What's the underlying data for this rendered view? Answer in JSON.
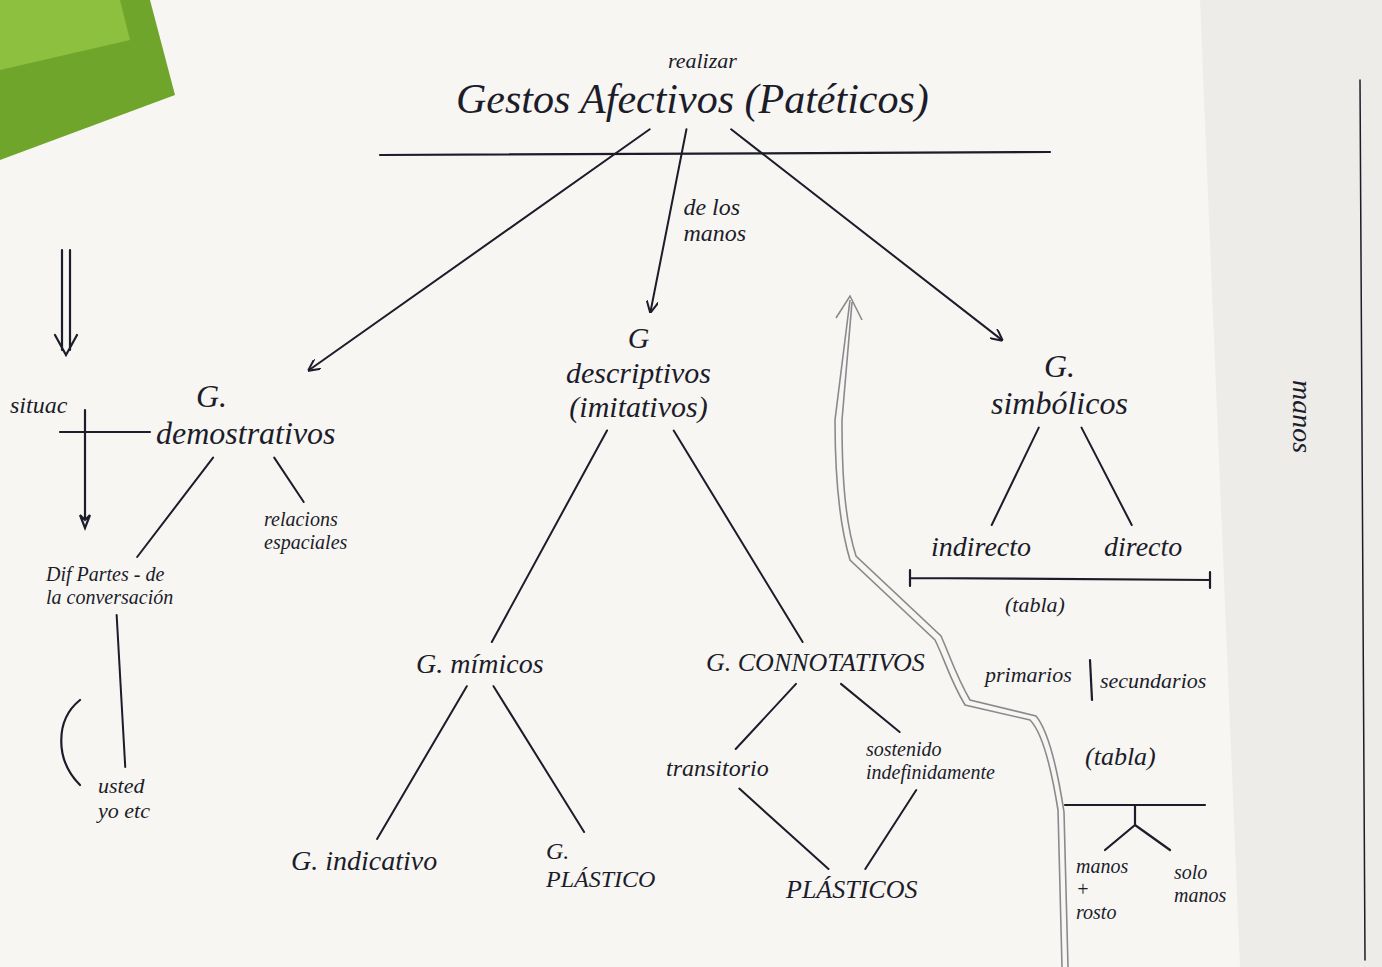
{
  "diagram": {
    "nodes": [
      {
        "text": [
          "Gestos Afectivos (Patéticos)"
        ]
      },
      {
        "text": [
          "G.",
          "demostrativos"
        ]
      },
      {
        "text": [
          "G",
          "descriptivos",
          "(imitativos)"
        ]
      },
      {
        "text": [
          "G.",
          "simbólicos"
        ]
      },
      {
        "text": [
          "Dif Partes - de la conversación"
        ]
      },
      {
        "text": [
          "relacions espaciales"
        ]
      },
      {
        "text": [
          "usted yo etc"
        ]
      },
      {
        "text": [
          "indirecto"
        ]
      },
      {
        "text": [
          "directo"
        ]
      },
      {
        "text": [
          "G. mímicos"
        ]
      },
      {
        "text": [
          "G. CONNOTATIVOS"
        ]
      },
      {
        "text": [
          "transitorio"
        ]
      },
      {
        "text": [
          "sostenido indefinidamente"
        ]
      },
      {
        "text": [
          "G. indicativo"
        ]
      },
      {
        "text": [
          "G. PLÁSTICO"
        ]
      },
      {
        "text": [
          "PLÁSTICOS"
        ]
      },
      {
        "text": [
          "manos + rosto"
        ]
      },
      {
        "text": [
          "solo manos"
        ]
      }
    ],
    "edges": [
      {
        "from": 0,
        "to": 1,
        "arrow": "to"
      },
      {
        "from": 0,
        "to": 2,
        "arrow": "to",
        "label": "de los manos"
      },
      {
        "from": 0,
        "to": 3,
        "arrow": "to"
      },
      {
        "from": 1,
        "to": 4,
        "arrow": "none"
      },
      {
        "from": 1,
        "to": 5,
        "arrow": "none"
      },
      {
        "from": 4,
        "to": 6,
        "arrow": "none"
      },
      {
        "from": 3,
        "to": 7,
        "arrow": "none"
      },
      {
        "from": 3,
        "to": 8,
        "arrow": "none"
      },
      {
        "from": 2,
        "to": 9,
        "arrow": "none"
      },
      {
        "from": 2,
        "to": 10,
        "arrow": "none"
      },
      {
        "from": 9,
        "to": 13,
        "arrow": "none"
      },
      {
        "from": 9,
        "to": 14,
        "arrow": "none"
      },
      {
        "from": 10,
        "to": 11,
        "arrow": "none"
      },
      {
        "from": 10,
        "to": 12,
        "arrow": "none"
      },
      {
        "from": 11,
        "to": 15,
        "arrow": "none"
      },
      {
        "from": 12,
        "to": 15,
        "arrow": "none"
      }
    ],
    "labels": [
      "(tabla)",
      "primarios",
      "secundarios",
      "(tabla)",
      "situac",
      "realizar",
      "manos"
    ]
  }
}
